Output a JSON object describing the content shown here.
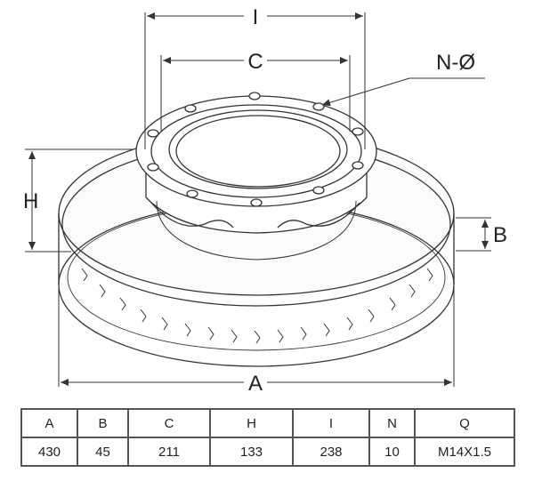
{
  "drawing": {
    "labels": {
      "I": "I",
      "C": "C",
      "N": "N-Ø",
      "H": "H",
      "B": "B",
      "A": "A"
    }
  },
  "table": {
    "headers": [
      "A",
      "B",
      "C",
      "H",
      "I",
      "N",
      "Q"
    ],
    "values": [
      "430",
      "45",
      "211",
      "133",
      "238",
      "10",
      "M14X1.5"
    ]
  }
}
